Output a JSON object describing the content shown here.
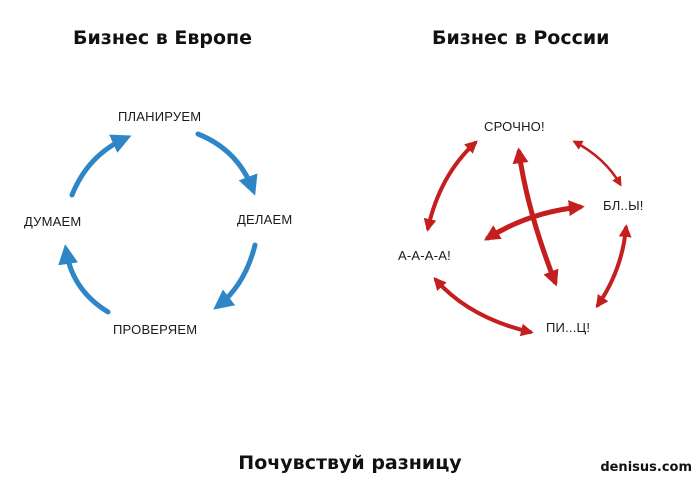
{
  "left": {
    "title": "Бизнес в Европе",
    "nodes": {
      "top": "ПЛАНИРУЕМ",
      "right": "ДЕЛАЕМ",
      "bottom": "ПРОВЕРЯЕМ",
      "left": "ДУМАЕМ"
    }
  },
  "right": {
    "title": "Бизнес в России",
    "nodes": {
      "top": "СРОЧНО!",
      "right": "БЛ..Ы!",
      "bottom": "ПИ...Ц!",
      "left": "А-А-А-А!"
    }
  },
  "footer": "Почувствуй разницу",
  "watermark": "denisus.com",
  "colors": {
    "blue_arrow": "#2f86c6",
    "red_arrow": "#c41e1e",
    "text": "#111111"
  }
}
